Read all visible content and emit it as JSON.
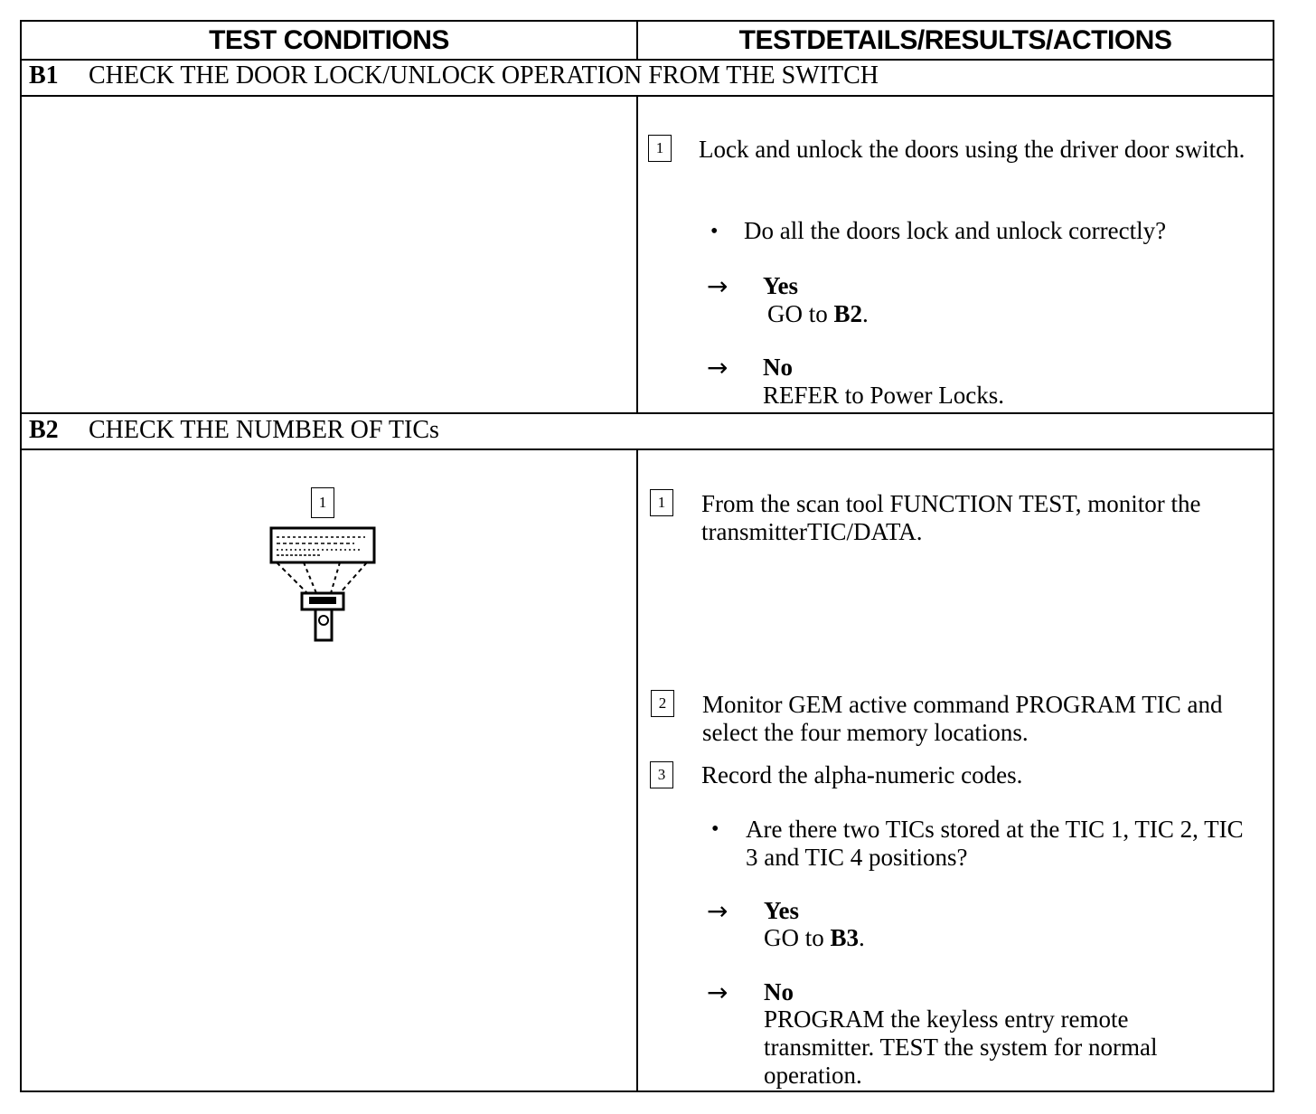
{
  "headers": {
    "conditions": "TEST CONDITIONS",
    "details": "TESTDETAILS/RESULTS/ACTIONS"
  },
  "b1": {
    "id": "B1",
    "title": "CHECK THE DOOR LOCK/UNLOCK OPERATION FROM THE SWITCH",
    "step1_num": "1",
    "step1_text": "Lock and unlock the doors using the driver door switch.",
    "question": "Do all the doors lock and unlock correctly?",
    "yes_label": "Yes",
    "yes_action_prefix": "GO to ",
    "yes_action_target": "B2",
    "yes_action_suffix": ".",
    "no_label": "No",
    "no_action": "REFER to Power Locks."
  },
  "b2": {
    "id": "B2",
    "title": "CHECK THE NUMBER OF TICs",
    "illustration_num": "1",
    "step1_num": "1",
    "step1_text": "From the scan tool FUNCTION TEST, monitor the transmitterTIC/DATA.",
    "step2_num": "2",
    "step2_text": "Monitor GEM active command PROGRAM TIC and select the four memory locations.",
    "step3_num": "3",
    "step3_text": "Record the alpha-numeric codes.",
    "question": "Are there two TICs stored at the TIC 1, TIC 2, TIC 3 and TIC 4 positions?",
    "yes_label": "Yes",
    "yes_action_prefix": "GO to ",
    "yes_action_target": "B3",
    "yes_action_suffix": ".",
    "no_label": "No",
    "no_action": "PROGRAM the keyless entry remote transmitter. TEST the system for normal operation."
  }
}
